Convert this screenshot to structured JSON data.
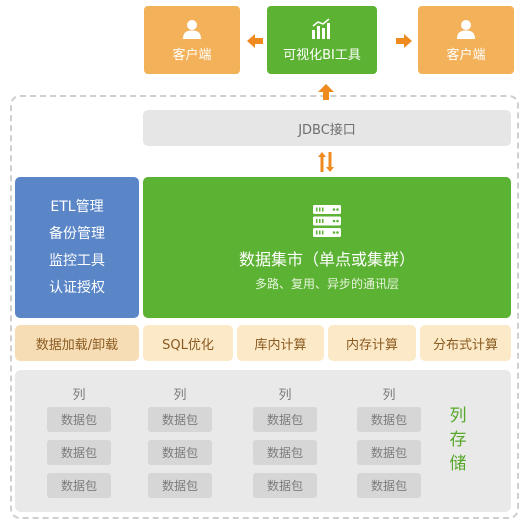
{
  "clients": {
    "left": "客户端",
    "right": "客户端"
  },
  "bi_tool": "可视化BI工具",
  "jdbc": "JDBC接口",
  "management": [
    "ETL管理",
    "备份管理",
    "监控工具",
    "认证授权"
  ],
  "datamart": {
    "title": "数据集市（单点或集群）",
    "subtitle": "多路、复用、异步的通讯层"
  },
  "functions": [
    "数据加载/卸载",
    "SQL优化",
    "库内计算",
    "内存计算",
    "分布式计算"
  ],
  "columns": {
    "header": "列",
    "packet": "数据包",
    "count": 4,
    "rows": 3
  },
  "column_storage": [
    "列",
    "存",
    "储"
  ],
  "colors": {
    "orange": "#f3b15a",
    "green": "#5bb233",
    "blue": "#5a86c8",
    "light_yellow": "#fce9c7",
    "gray": "#e9e9e9"
  },
  "icons": [
    "user-icon",
    "bar-chart-icon",
    "server-icon",
    "arrow-left-icon",
    "arrow-right-icon",
    "arrow-up-icon",
    "bidirectional-arrow-icon"
  ]
}
